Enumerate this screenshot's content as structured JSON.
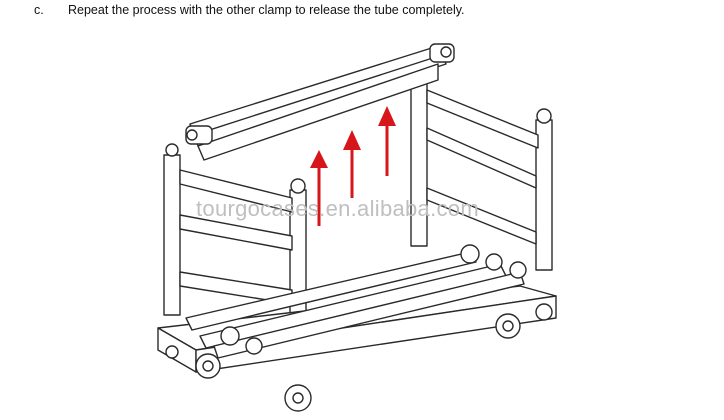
{
  "instruction": {
    "step": "c.",
    "text": "Repeat the process with the other clamp to release the tube completely."
  },
  "watermark": {
    "text": "tourgocases.en.alibaba.com",
    "color": "#bfbfbf"
  },
  "colors": {
    "line": "#2a2a2a",
    "fill": "#ffffff",
    "arrow": "#d6161a"
  },
  "icons": {
    "arrows": "red-up-arrow-icon",
    "illustration": "cart-frame-illustration"
  }
}
